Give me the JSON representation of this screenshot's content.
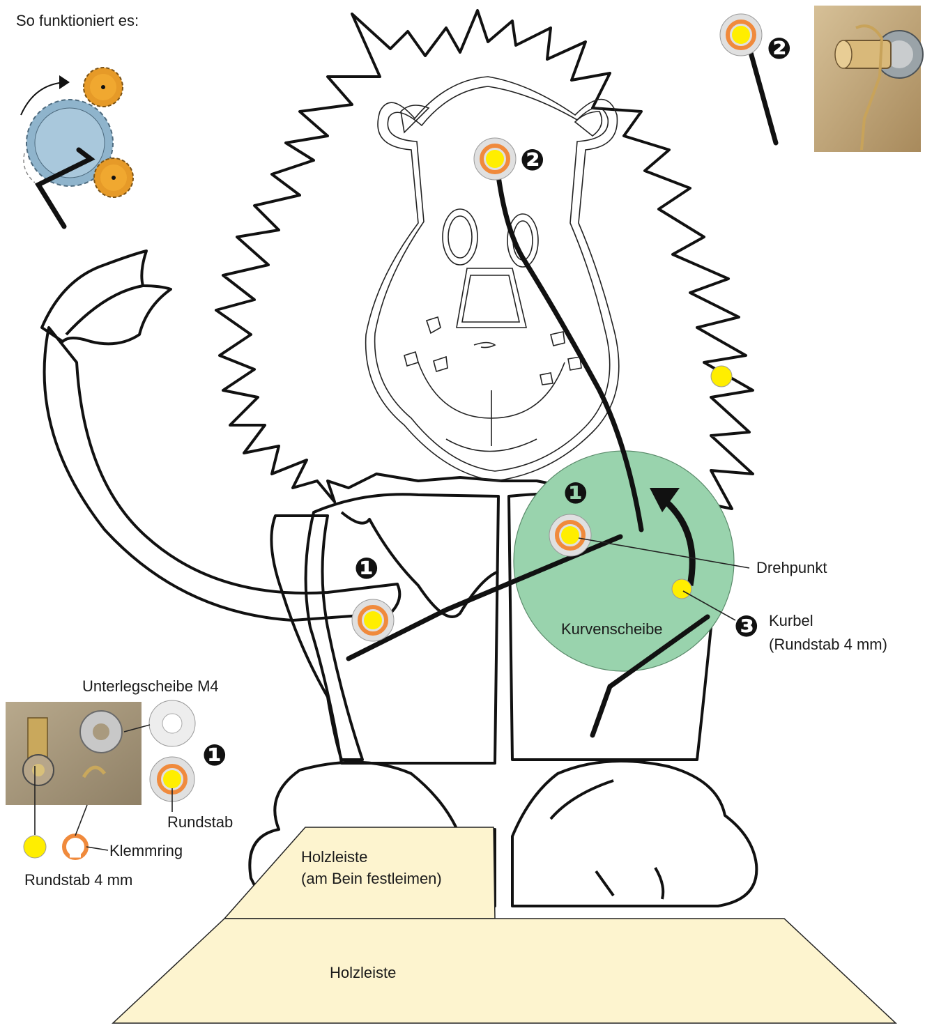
{
  "title": "So funktioniert es:",
  "labels": {
    "washer": "Unterlegscheibe M4",
    "dowel": "Rundstab",
    "clip_ring": "Klemmring",
    "dowel_4mm": "Rundstab 4 mm",
    "pivot": "Drehpunkt",
    "crank_line1": "Kurbel",
    "crank_line2": "(Rundstab 4 mm)",
    "cam_disc": "Kurvenscheibe",
    "batten_leg_line1": "Holzleiste",
    "batten_leg_line2": "(am Bein festleimen)",
    "batten_base": "Holzleiste"
  },
  "markers": {
    "one": "❶",
    "two": "❷",
    "three": "❸"
  },
  "colors": {
    "body_peach": "#fcdcc0",
    "tail_orange": "#f8c38a",
    "tail_tip": "#c39a8e",
    "cam_green": "#99d3ad",
    "batten": "#fdf4cf",
    "dowel_yellow": "#ffee00",
    "ring_orange": "#f08a3c",
    "washer_gray": "#e0e0e0",
    "gear_gold": "#f0a830",
    "gear_steel": "#8fb4cc"
  }
}
